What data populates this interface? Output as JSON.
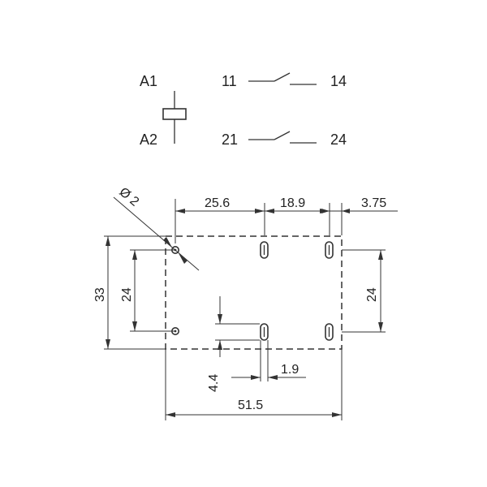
{
  "schematic": {
    "coil_top": "A1",
    "coil_bottom": "A2",
    "contact1_left": "11",
    "contact1_right": "14",
    "contact2_left": "21",
    "contact2_right": "24"
  },
  "dimensions": {
    "hole_diameter": "Ø 2",
    "pitch_coil_to_contact": "25.6",
    "pitch_contact_to_contact": "18.9",
    "edge_offset": "3.75",
    "overall_height": "33",
    "pin_spacing_left": "24",
    "pin_spacing_right": "24",
    "slot_length": "4.4",
    "slot_width": "1.9",
    "overall_width": "51.5"
  }
}
